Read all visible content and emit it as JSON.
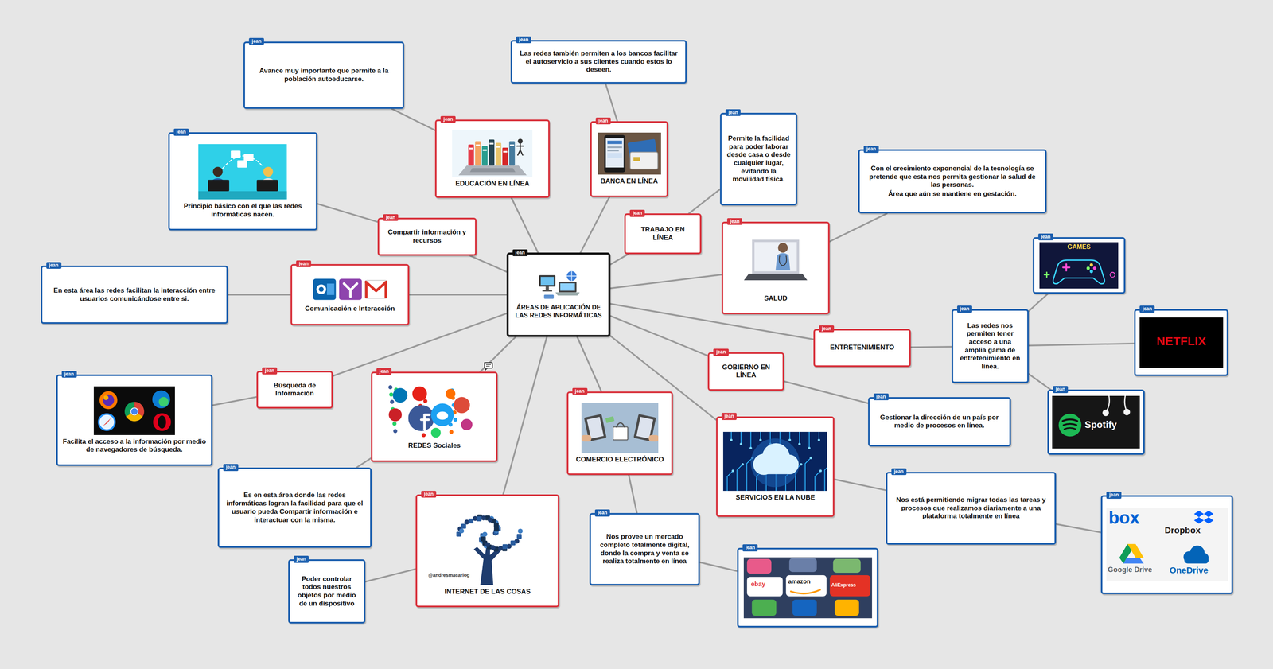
{
  "diagram": {
    "nodes": [
      {
        "text": [
          "jean",
          "ÁREAS DE APLICACIÓN DE LAS REDES INFORMÁTICAS"
        ]
      },
      {
        "text": [
          "jean",
          "Avance muy importante que permite a la población autoeducarse."
        ]
      },
      {
        "text": [
          "jean",
          "Las redes también permiten a los bancos facilitar el autoservicio a sus clientes cuando estos lo deseen."
        ]
      },
      {
        "text": [
          "jean",
          "EDUCACIÓN EN LÍNEA"
        ]
      },
      {
        "text": [
          "jean",
          "BANCA EN LÍNEA"
        ]
      },
      {
        "text": [
          "jean",
          "Permite la facilidad para poder laborar desde casa o desde cualquier lugar, evitando la movilidad física."
        ]
      },
      {
        "text": [
          "jean",
          "Principio básico con el que las redes informáticas nacen."
        ]
      },
      {
        "text": [
          "jean",
          "Con el crecimiento exponencial de la tecnología se pretende que esta nos permita gestionar la salud de las personas.",
          "Área que aún se mantiene en gestación."
        ]
      },
      {
        "text": [
          "jean",
          "TRABAJO EN LÍNEA"
        ]
      },
      {
        "text": [
          "jean",
          "Compartir información y recursos"
        ]
      },
      {
        "text": [
          "jean",
          "SALUD"
        ]
      },
      {
        "text": [
          "jean",
          "GAMES"
        ]
      },
      {
        "text": [
          "jean",
          "Comunicación e Interacción"
        ]
      },
      {
        "text": [
          "jean",
          "En esta área las redes facilitan la interacción entre usuarios comunicándose entre si."
        ]
      },
      {
        "text": [
          "jean",
          "Las redes nos permiten tener acceso a una amplia gama de entretenimiento en línea."
        ]
      },
      {
        "text": [
          "jean",
          "NETFLIX"
        ]
      },
      {
        "text": [
          "jean",
          "ENTRETENIMIENTO"
        ]
      },
      {
        "text": [
          "jean",
          "GOBIERNO EN LÍNEA"
        ]
      },
      {
        "text": [
          "jean",
          "Búsqueda de Información"
        ]
      },
      {
        "text": [
          "jean",
          "REDES Sociales"
        ]
      },
      {
        "text": [
          "jean",
          "Facilita el acceso a la información por medio de navegadores de búsqueda."
        ]
      },
      {
        "text": [
          "jean",
          "Spotify"
        ]
      },
      {
        "text": [
          "jean",
          "COMERCIO ELECTRÓNICO"
        ]
      },
      {
        "text": [
          "jean",
          "Gestionar la dirección de un país por medio de procesos en línea."
        ]
      },
      {
        "text": [
          "jean",
          "SERVICIOS EN LA NUBE"
        ]
      },
      {
        "text": [
          "jean",
          "Es en esta área donde las redes informáticas logran la facilidad para que el usuario pueda Compartir información e interactuar con la misma."
        ]
      },
      {
        "text": [
          "jean",
          "Nos está permitiendo migrar todas las tareas y procesos que realizamos diariamente a una plataforma totalmente en línea"
        ]
      },
      {
        "text": [
          "jean",
          "@andresmacariog",
          "INTERNET DE LAS COSAS"
        ]
      },
      {
        "text": [
          "jean",
          "box",
          "Dropbox",
          "Google Drive",
          "OneDrive"
        ]
      },
      {
        "text": [
          "jean",
          "Nos provee un mercado completo totalmente digital, donde la compra y venta se realiza totalmente en línea"
        ]
      },
      {
        "text": [
          "jean",
          "ebay",
          "amazon",
          "AliExpress"
        ]
      },
      {
        "text": [
          "jean",
          "Poder controlar todos nuestros objetos por medio de un dispositivo"
        ]
      }
    ],
    "edges": [
      {
        "from": 0,
        "to": 3,
        "arrow": "none"
      },
      {
        "from": 0,
        "to": 4,
        "arrow": "none"
      },
      {
        "from": 0,
        "to": 8,
        "arrow": "none"
      },
      {
        "from": 0,
        "to": 10,
        "arrow": "none"
      },
      {
        "from": 0,
        "to": 16,
        "arrow": "none"
      },
      {
        "from": 0,
        "to": 17,
        "arrow": "none"
      },
      {
        "from": 0,
        "to": 24,
        "arrow": "none"
      },
      {
        "from": 0,
        "to": 22,
        "arrow": "none"
      },
      {
        "from": 0,
        "to": 27,
        "arrow": "none"
      },
      {
        "from": 0,
        "to": 19,
        "arrow": "none"
      },
      {
        "from": 0,
        "to": 18,
        "arrow": "none"
      },
      {
        "from": 0,
        "to": 12,
        "arrow": "none"
      },
      {
        "from": 0,
        "to": 9,
        "arrow": "none"
      },
      {
        "from": 3,
        "to": 1,
        "arrow": "none"
      },
      {
        "from": 4,
        "to": 2,
        "arrow": "none"
      },
      {
        "from": 8,
        "to": 5,
        "arrow": "none"
      },
      {
        "from": 10,
        "to": 7,
        "arrow": "none"
      },
      {
        "from": 16,
        "to": 14,
        "arrow": "none"
      },
      {
        "from": 14,
        "to": 11,
        "arrow": "none"
      },
      {
        "from": 14,
        "to": 15,
        "arrow": "none"
      },
      {
        "from": 14,
        "to": 21,
        "arrow": "none"
      },
      {
        "from": 17,
        "to": 23,
        "arrow": "none"
      },
      {
        "from": 24,
        "to": 26,
        "arrow": "none"
      },
      {
        "from": 26,
        "to": 28,
        "arrow": "none"
      },
      {
        "from": 22,
        "to": 29,
        "arrow": "none"
      },
      {
        "from": 29,
        "to": 30,
        "arrow": "none"
      },
      {
        "from": 27,
        "to": 31,
        "arrow": "none"
      },
      {
        "from": 19,
        "to": 25,
        "arrow": "none"
      },
      {
        "from": 18,
        "to": 20,
        "arrow": "none"
      },
      {
        "from": 12,
        "to": 13,
        "arrow": "none"
      },
      {
        "from": 9,
        "to": 6,
        "arrow": "none"
      }
    ]
  }
}
